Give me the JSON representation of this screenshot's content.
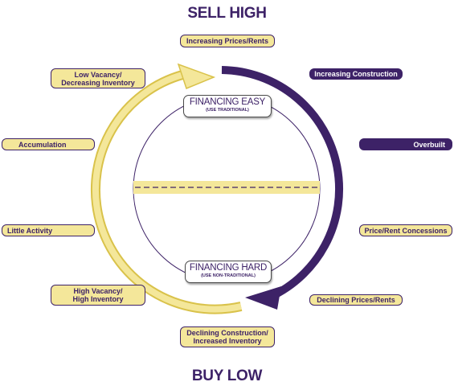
{
  "headlines": {
    "top": "SELL HIGH",
    "bottom": "BUY LOW"
  },
  "financing": {
    "easy": {
      "title": "FINANCING EASY",
      "subtitle": "(USE TRADITIONAL)"
    },
    "hard": {
      "title": "FINANCING HARD",
      "subtitle": "(USE NON-TRADITIONAL)"
    }
  },
  "phases": {
    "increasing_prices": "Increasing Prices/Rents",
    "increasing_construction": "Increasing Construction",
    "overbuilt": "Overbuilt",
    "price_concessions": "Price/Rent Concessions",
    "declining_prices": "Declining Prices/Rents",
    "declining_construction": [
      "Declining Construction/",
      "Increased Inventory"
    ],
    "high_vacancy": [
      "High Vacancy/",
      "High Inventory"
    ],
    "little_activity": "Little Activity",
    "accumulation": "Accumulation",
    "low_vacancy": [
      "Low Vacancy/",
      "Decreasing Inventory"
    ]
  },
  "colors": {
    "purple": "#3d2267",
    "yellow": "#f4e79a",
    "dark_yellow": "#d9c24a"
  }
}
